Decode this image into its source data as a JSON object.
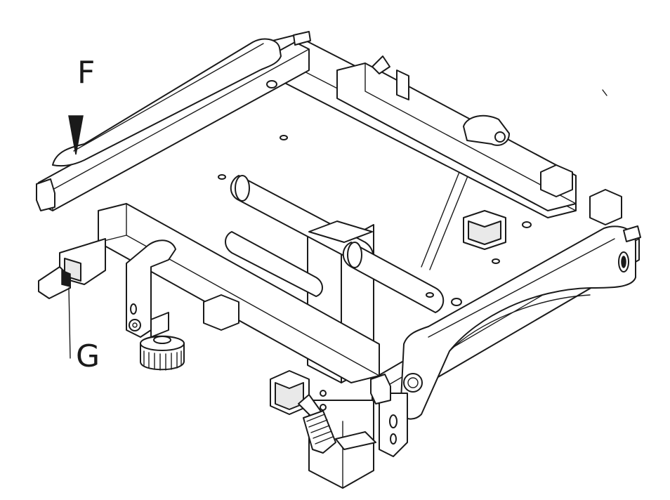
{
  "diagram": {
    "callouts": [
      {
        "id": "F",
        "text": "F"
      },
      {
        "id": "G",
        "text": "G"
      }
    ],
    "colors": {
      "line": "#1a1a1a",
      "fill": "#ffffff"
    }
  }
}
